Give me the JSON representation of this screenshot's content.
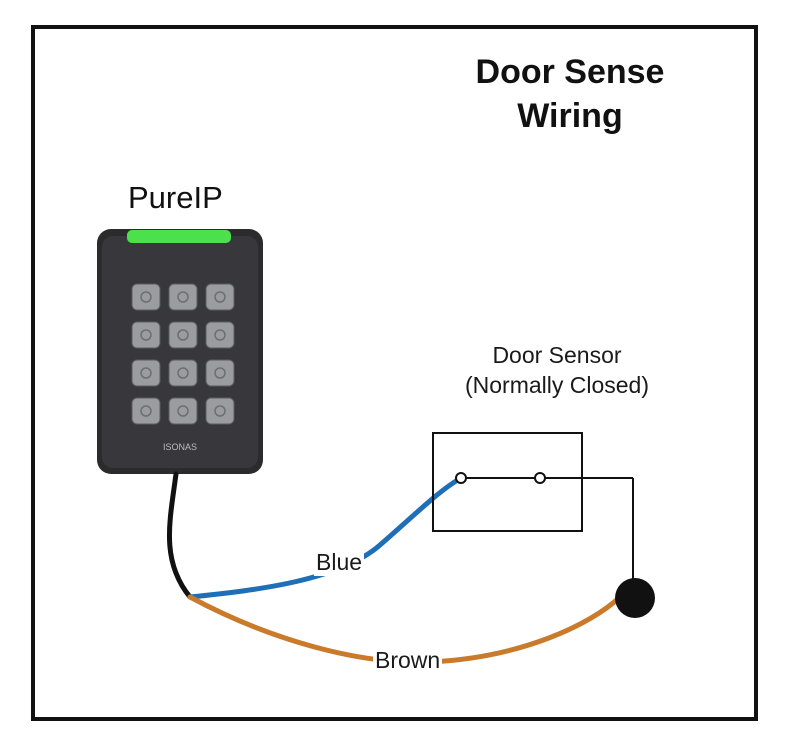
{
  "title": {
    "line1": "Door Sense",
    "line2": "Wiring"
  },
  "device": {
    "name": "PureIP",
    "brand": "ISONAS",
    "keypad_keys": 12
  },
  "sensor": {
    "line1": "Door Sensor",
    "line2": "(Normally Closed)"
  },
  "wires": {
    "blue": "Blue",
    "brown": "Brown"
  },
  "colors": {
    "blue_wire": "#1f6fb8",
    "brown_wire": "#c97a2a",
    "cable": "#111111",
    "led": "#4de04d",
    "reader_body": "#2b2b2e"
  }
}
